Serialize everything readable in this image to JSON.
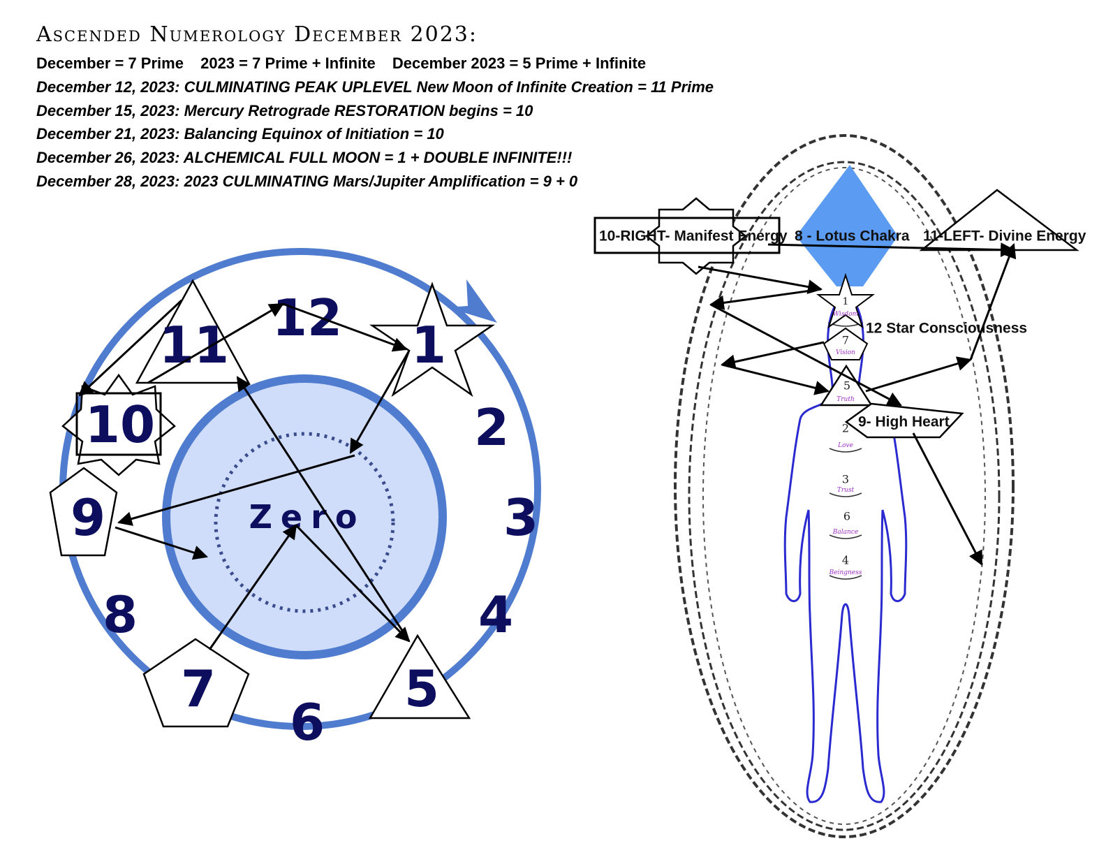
{
  "header": {
    "title": "Ascended Numerology December 2023:",
    "line1": {
      "a": "December = 7 Prime",
      "b": "2023 = 7 Prime + Infinite",
      "c": "December 2023 = 5 Prime + Infinite"
    },
    "lines": [
      "December 12, 2023: CULMINATING PEAK UPLEVEL New Moon of Infinite Creation = 11 Prime",
      "December 15, 2023: Mercury Retrograde RESTORATION begins = 10",
      "December 21, 2023: Balancing Equinox of Initiation = 10",
      "December 26, 2023:  ALCHEMICAL FULL MOON = 1 + DOUBLE INFINITE!!!",
      "December 28, 2023:  2023 CULMINATING Mars/Jupiter Amplification = 9 + 0"
    ]
  },
  "wheel": {
    "center_label": "Zero",
    "numbers": {
      "n1": "1",
      "n2": "2",
      "n3": "3",
      "n4": "4",
      "n5": "5",
      "n6": "6",
      "n7": "7",
      "n8": "8",
      "n9": "9",
      "n10": "10",
      "n11": "11",
      "n12": "12"
    },
    "colors": {
      "ring": "#4f7ccf",
      "inner_fill": "#cfdcfa",
      "number": "#0e0e5e"
    }
  },
  "body": {
    "labels": {
      "manifest": "10-RIGHT- Manifest Energy",
      "lotus": "8 - Lotus Chakra",
      "divine": "11-LEFT- Divine Energy",
      "star": "12  Star Consciousness",
      "heart": "9- High Heart"
    },
    "chakras": [
      {
        "num": "1",
        "word": "Wisdom"
      },
      {
        "num": "7",
        "word": "Vision"
      },
      {
        "num": "5",
        "word": "Truth"
      },
      {
        "num": "2",
        "word": "Love"
      },
      {
        "num": "3",
        "word": "Trust"
      },
      {
        "num": "6",
        "word": "Balance"
      },
      {
        "num": "4",
        "word": "Beingness"
      }
    ],
    "colors": {
      "diamond": "#5b9cf2",
      "outline": "#2a2ad0",
      "chakra_word": "#9b2fbf"
    }
  }
}
